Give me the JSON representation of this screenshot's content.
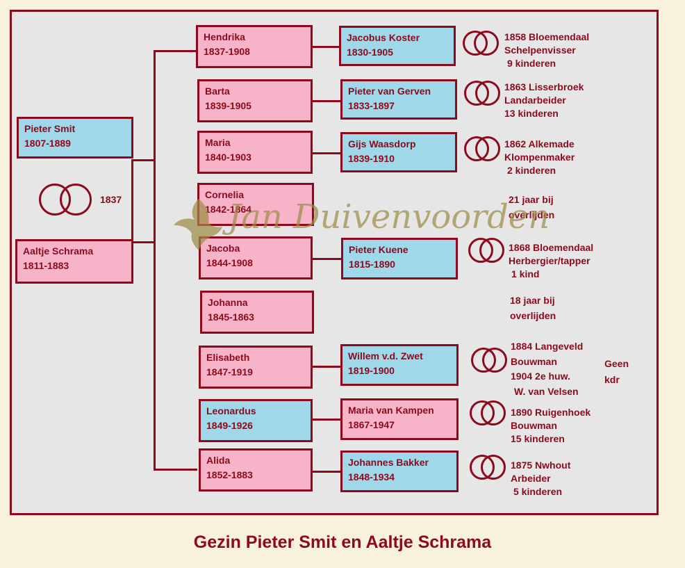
{
  "diagram": {
    "title": "Gezin Pieter Smit en Aaltje Schrama",
    "watermark": "Jan Duivenvoorden",
    "colors": {
      "line": "#8b0a1e",
      "female": "#f7b3c8",
      "male": "#9fd8e8",
      "background": "#e6e6e6"
    },
    "parents": {
      "father": {
        "name": "Pieter Smit",
        "years": "1807-1889"
      },
      "mother": {
        "name": "Aaltje Schrama",
        "years": "1811-1883"
      },
      "marriage_year": "1837"
    },
    "children": [
      {
        "name": "Hendrika",
        "years": "1837-1908",
        "spouse": {
          "name": "Jacobus Koster",
          "years": "1830-1905"
        },
        "notes": [
          "1858 Bloemendaal",
          "Schelpenvisser",
          "9 kinderen"
        ]
      },
      {
        "name": "Barta",
        "years": "1839-1905",
        "spouse": {
          "name": "Pieter van Gerven",
          "years": "1833-1897"
        },
        "notes": [
          "1863 Lisserbroek",
          "Landarbeider",
          "13 kinderen"
        ]
      },
      {
        "name": "Maria",
        "years": "1840-1903",
        "spouse": {
          "name": "Gijs Waasdorp",
          "years": "1839-1910"
        },
        "notes": [
          "1862 Alkemade",
          "Klompenmaker",
          "2 kinderen"
        ]
      },
      {
        "name": "Cornelia",
        "years": "1842-1864",
        "notes": [
          "21 jaar bij",
          "overlijden"
        ]
      },
      {
        "name": "Jacoba",
        "years": "1844-1908",
        "spouse": {
          "name": "Pieter Kuene",
          "years": "1815-1890"
        },
        "notes": [
          "1868 Bloemendaal",
          "Herbergier/tapper",
          "1 kind"
        ]
      },
      {
        "name": "Johanna",
        "years": "1845-1863",
        "notes": [
          "18 jaar bij",
          "overlijden"
        ]
      },
      {
        "name": "Elisabeth",
        "years": "1847-1919",
        "spouse": {
          "name": "Willem v.d. Zwet",
          "years": "1819-1900"
        },
        "notes": [
          "1884 Langeveld",
          "Bouwman",
          "1904 2e huw.",
          "W. van Velsen"
        ],
        "side_note": [
          "Geen",
          "kdr"
        ]
      },
      {
        "name": "Leonardus",
        "years": "1849-1926",
        "spouse": {
          "name": "Maria van Kampen",
          "years": "1867-1947"
        },
        "notes": [
          "1890 Ruigenhoek",
          "Bouwman",
          "15 kinderen"
        ]
      },
      {
        "name": "Alida",
        "years": "1852-1883",
        "spouse": {
          "name": "Johannes Bakker",
          "years": "1848-1934"
        },
        "notes": [
          "1875 Nwhout",
          "Arbeider",
          "5 kinderen"
        ]
      }
    ]
  }
}
